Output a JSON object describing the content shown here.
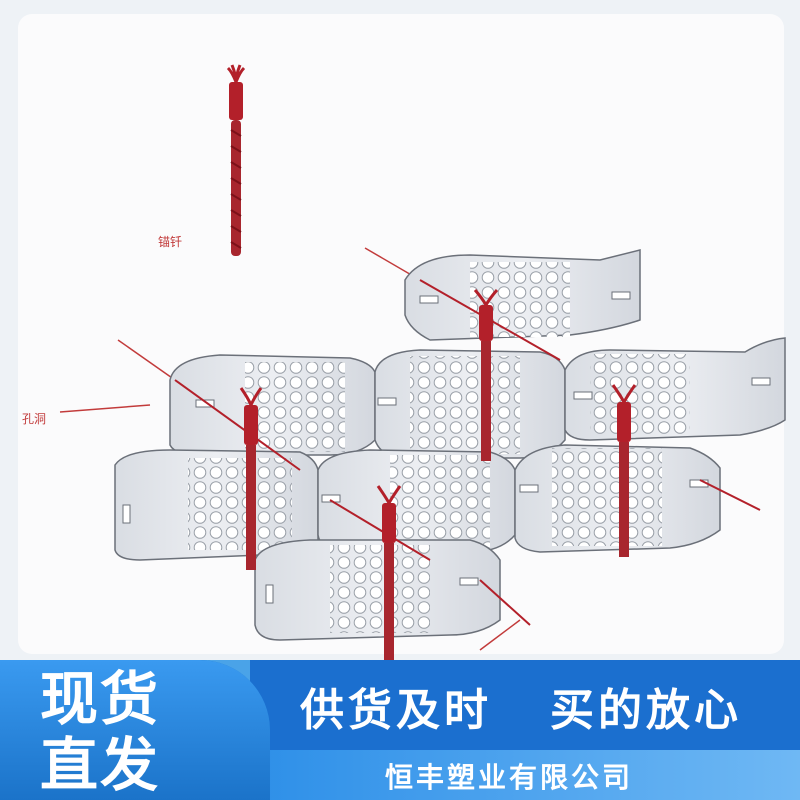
{
  "diagram": {
    "label_anchor": "锚钎",
    "label_hole": "孔洞"
  },
  "banner": {
    "left_line1": "现货",
    "left_line2": "直发",
    "slogan": "供货及时   买的放心",
    "company": "恒丰塑业有限公司"
  },
  "colors": {
    "banner_blue": "#1b6fcf",
    "anchor_red": "#b3202a",
    "panel_gray": "#e8eaee"
  }
}
